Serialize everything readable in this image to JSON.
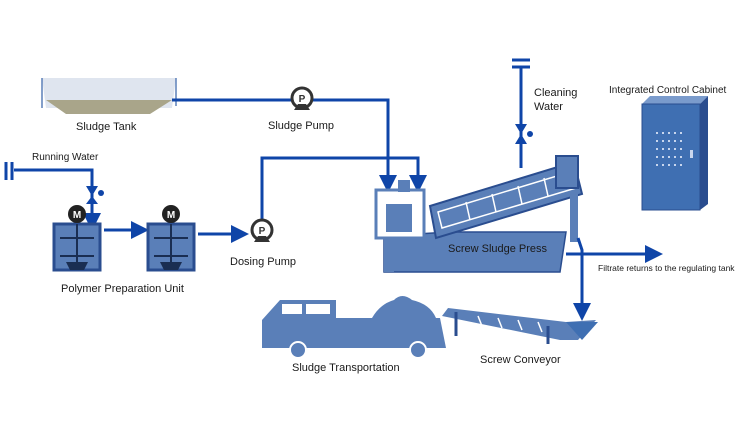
{
  "labels": {
    "sludge_tank": "Sludge Tank",
    "sludge_pump": "Sludge Pump",
    "running_water": "Running Water",
    "cleaning_water": "Cleaning Water",
    "integrated_control_cabinet": "Integrated Control Cabinet",
    "screw_sludge_press": "Screw Sludge Press",
    "polymer_preparation_unit": "Polymer Preparation Unit",
    "dosing_pump": "Dosing Pump",
    "filtrate_note": "Filtrate returns to the regulating tank",
    "sludge_transportation": "Sludge Transportation",
    "screw_conveyor": "Screw Conveyor"
  },
  "symbols": {
    "pump_letter": "P",
    "motor_letter": "M"
  },
  "colors": {
    "pipe": "#0f45a8",
    "equipment": "#5a7fb8",
    "equipment_dark": "#2a4d8f",
    "tank_liquid": "#a9a58a",
    "tank_top": "#dfe5ef",
    "cabinet": "#3f6fb2",
    "pump_body": "#333333"
  }
}
